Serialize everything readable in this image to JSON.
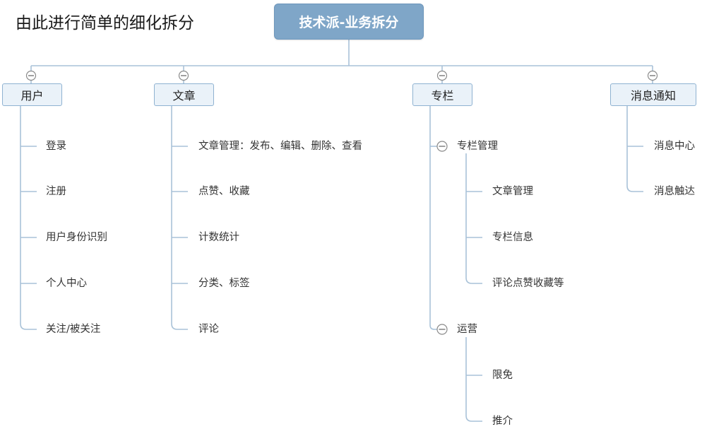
{
  "caption": "由此进行简单的细化拆分",
  "root": {
    "label": "技术派-业务拆分"
  },
  "branches": {
    "user": {
      "label": "用户",
      "items": [
        "登录",
        "注册",
        "用户身份识别",
        "个人中心",
        "关注/被关注"
      ]
    },
    "article": {
      "label": "文章",
      "items": [
        "文章管理：发布、编辑、删除、查看",
        "点赞、收藏",
        "计数统计",
        "分类、标签",
        "评论"
      ]
    },
    "column": {
      "label": "专栏",
      "groups": [
        {
          "label": "专栏管理",
          "items": [
            "文章管理",
            "专栏信息",
            "评论点赞收藏等"
          ]
        },
        {
          "label": "运营",
          "items": [
            "限免",
            "推介"
          ]
        }
      ]
    },
    "notification": {
      "label": "消息通知",
      "items": [
        "消息中心",
        "消息触达"
      ]
    }
  },
  "icons": {
    "collapse": "collapse-icon"
  },
  "colors": {
    "root_fill": "#7fa6c8",
    "root_border": "#6d96bb",
    "node_fill": "#eaf2f9",
    "node_border": "#8fb2d1",
    "connector": "#a9c2d8",
    "icon_stroke": "#8a8a8a",
    "text": "#333333"
  }
}
